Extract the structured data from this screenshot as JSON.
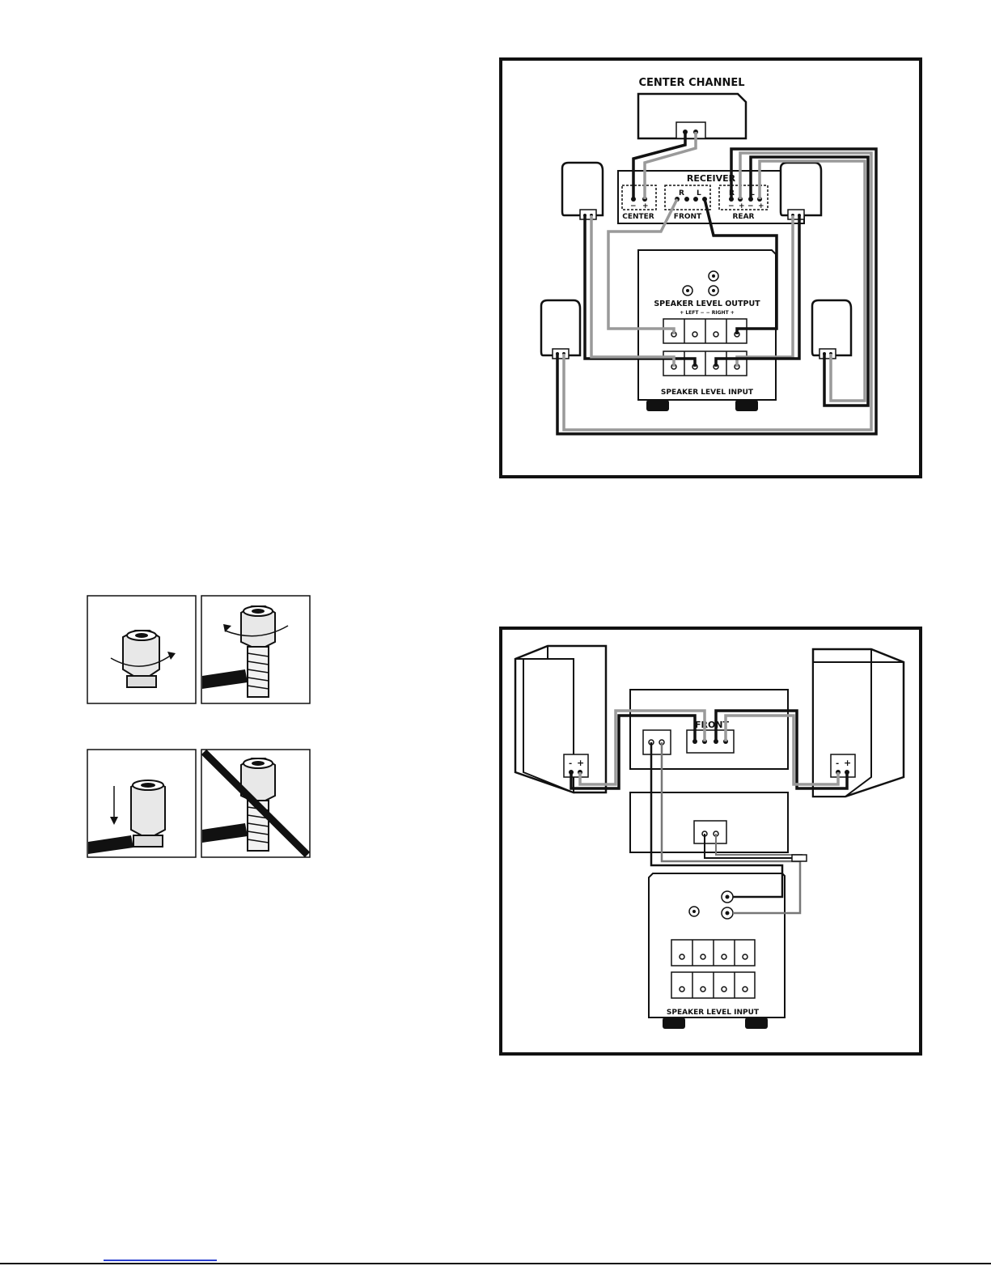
{
  "diagram1": {
    "center_channel_label": "CENTER CHANNEL",
    "receiver_label": "RECEIVER",
    "center_label": "CENTER",
    "front_label": "FRONT",
    "rear_label": "REAR",
    "front_r": "R",
    "front_l": "L",
    "rear_r": "R",
    "rear_l": "L",
    "minus": "−",
    "plus": "+",
    "speaker_level_output_label": "SPEAKER LEVEL OUTPUT",
    "left_right_label": "+ LEFT −   − RIGHT +",
    "speaker_level_input_label": "SPEAKER LEVEL INPUT"
  },
  "diagram2": {
    "front_label": "FRONT",
    "speaker_level_input_label": "SPEAKER LEVEL INPUT",
    "minus": "-",
    "plus": "+"
  },
  "binding_posts": {
    "panels": [
      "loosen-cap",
      "insert-wire",
      "tighten-cap",
      "incorrect-insertion"
    ]
  }
}
